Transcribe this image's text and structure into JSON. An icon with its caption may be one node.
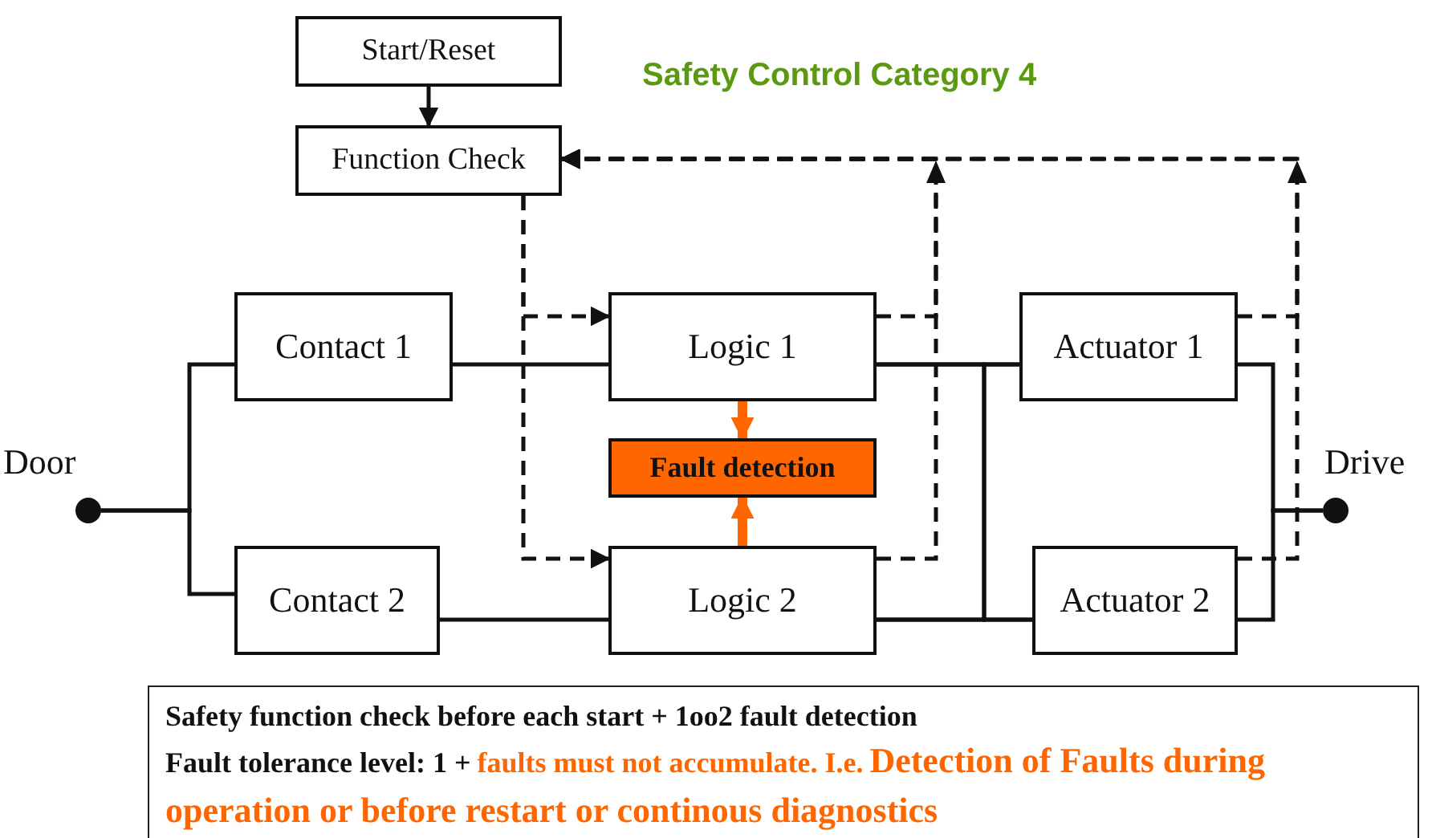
{
  "diagram": {
    "title": "Safety Control Category 4",
    "nodes": [
      {
        "text": [
          "Start/Reset"
        ]
      },
      {
        "text": [
          "Function Check"
        ]
      },
      {
        "text": [
          "Contact 1"
        ]
      },
      {
        "text": [
          "Contact 2"
        ]
      },
      {
        "text": [
          "Logic 1"
        ]
      },
      {
        "text": [
          "Fault detection"
        ]
      },
      {
        "text": [
          "Logic 2"
        ]
      },
      {
        "text": [
          "Actuator 1"
        ]
      },
      {
        "text": [
          "Actuator 2"
        ]
      },
      {
        "text": [
          "Door"
        ]
      },
      {
        "text": [
          "Drive"
        ]
      },
      {
        "text": [
          "Safety function check before each start + 1oo2 fault detection",
          "Fault tolerance level: 1  +",
          "faults must not accumulate. I.e.",
          "Detection of Faults during operation or before restart or continous diagnostics"
        ]
      }
    ],
    "edges": [
      {
        "from": 0,
        "to": 1,
        "arrow": "to"
      },
      {
        "from": 9,
        "to": 2,
        "arrow": "none"
      },
      {
        "from": 9,
        "to": 3,
        "arrow": "none"
      },
      {
        "from": 2,
        "to": 4,
        "arrow": "none"
      },
      {
        "from": 3,
        "to": 6,
        "arrow": "none"
      },
      {
        "from": 4,
        "to": 7,
        "arrow": "none"
      },
      {
        "from": 4,
        "to": 8,
        "arrow": "none"
      },
      {
        "from": 6,
        "to": 7,
        "arrow": "none"
      },
      {
        "from": 6,
        "to": 8,
        "arrow": "none"
      },
      {
        "from": 7,
        "to": 10,
        "arrow": "none"
      },
      {
        "from": 8,
        "to": 10,
        "arrow": "none"
      },
      {
        "from": 4,
        "to": 5,
        "arrow": "to",
        "style": "thick",
        "color": "#ff6600"
      },
      {
        "from": 6,
        "to": 5,
        "arrow": "to",
        "style": "thick",
        "color": "#ff6600"
      },
      {
        "from": 1,
        "to": 4,
        "arrow": "to",
        "style": "dashed"
      },
      {
        "from": 1,
        "to": 6,
        "arrow": "to",
        "style": "dashed"
      },
      {
        "from": 4,
        "to": 1,
        "arrow": "to",
        "style": "dashed"
      },
      {
        "from": 6,
        "to": 1,
        "arrow": "to",
        "style": "dashed"
      },
      {
        "from": 7,
        "to": 1,
        "arrow": "to",
        "style": "dashed"
      },
      {
        "from": 8,
        "to": 1,
        "arrow": "to",
        "style": "dashed"
      }
    ]
  }
}
